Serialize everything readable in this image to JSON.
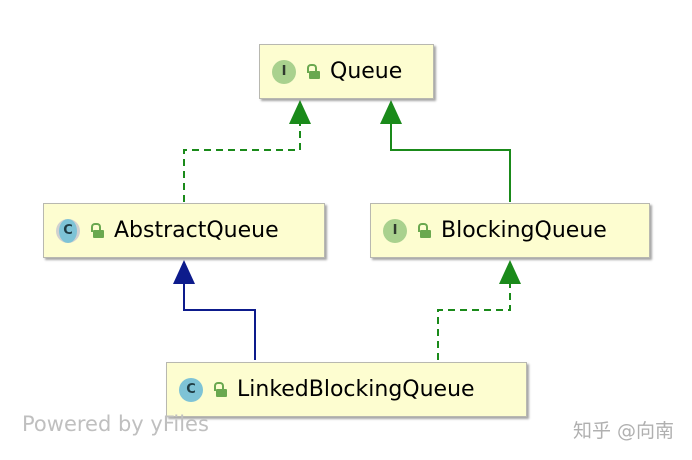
{
  "diagram": {
    "nodes": [
      {
        "id": "queue",
        "kind": "I",
        "kind_type": "interface",
        "label": "Queue"
      },
      {
        "id": "abstract-queue",
        "kind": "C",
        "kind_type": "abstract",
        "label": "AbstractQueue"
      },
      {
        "id": "blocking-queue",
        "kind": "I",
        "kind_type": "interface",
        "label": "BlockingQueue"
      },
      {
        "id": "linked-blocking-queue",
        "kind": "C",
        "kind_type": "class",
        "label": "LinkedBlockingQueue"
      }
    ],
    "edges": [
      {
        "from": "abstract-queue",
        "to": "queue",
        "style": "dashed",
        "color": "#1a8a1a",
        "meaning": "implements"
      },
      {
        "from": "blocking-queue",
        "to": "queue",
        "style": "solid",
        "color": "#1a8a1a",
        "meaning": "extends"
      },
      {
        "from": "linked-blocking-queue",
        "to": "abstract-queue",
        "style": "solid",
        "color": "#0d1b8c",
        "meaning": "extends"
      },
      {
        "from": "linked-blocking-queue",
        "to": "blocking-queue",
        "style": "dashed",
        "color": "#1a8a1a",
        "meaning": "implements"
      }
    ]
  },
  "footer": {
    "powered_by": "Powered by yFiles",
    "watermark": "知乎 @向南"
  },
  "colors": {
    "node_fill": "#fdfdd0",
    "interface_badge": "#a9d18e",
    "class_badge": "#7ec3d6",
    "lock": "#6aa84f",
    "implements_arrow": "#1a8a1a",
    "extends_class_arrow": "#0d1b8c"
  }
}
